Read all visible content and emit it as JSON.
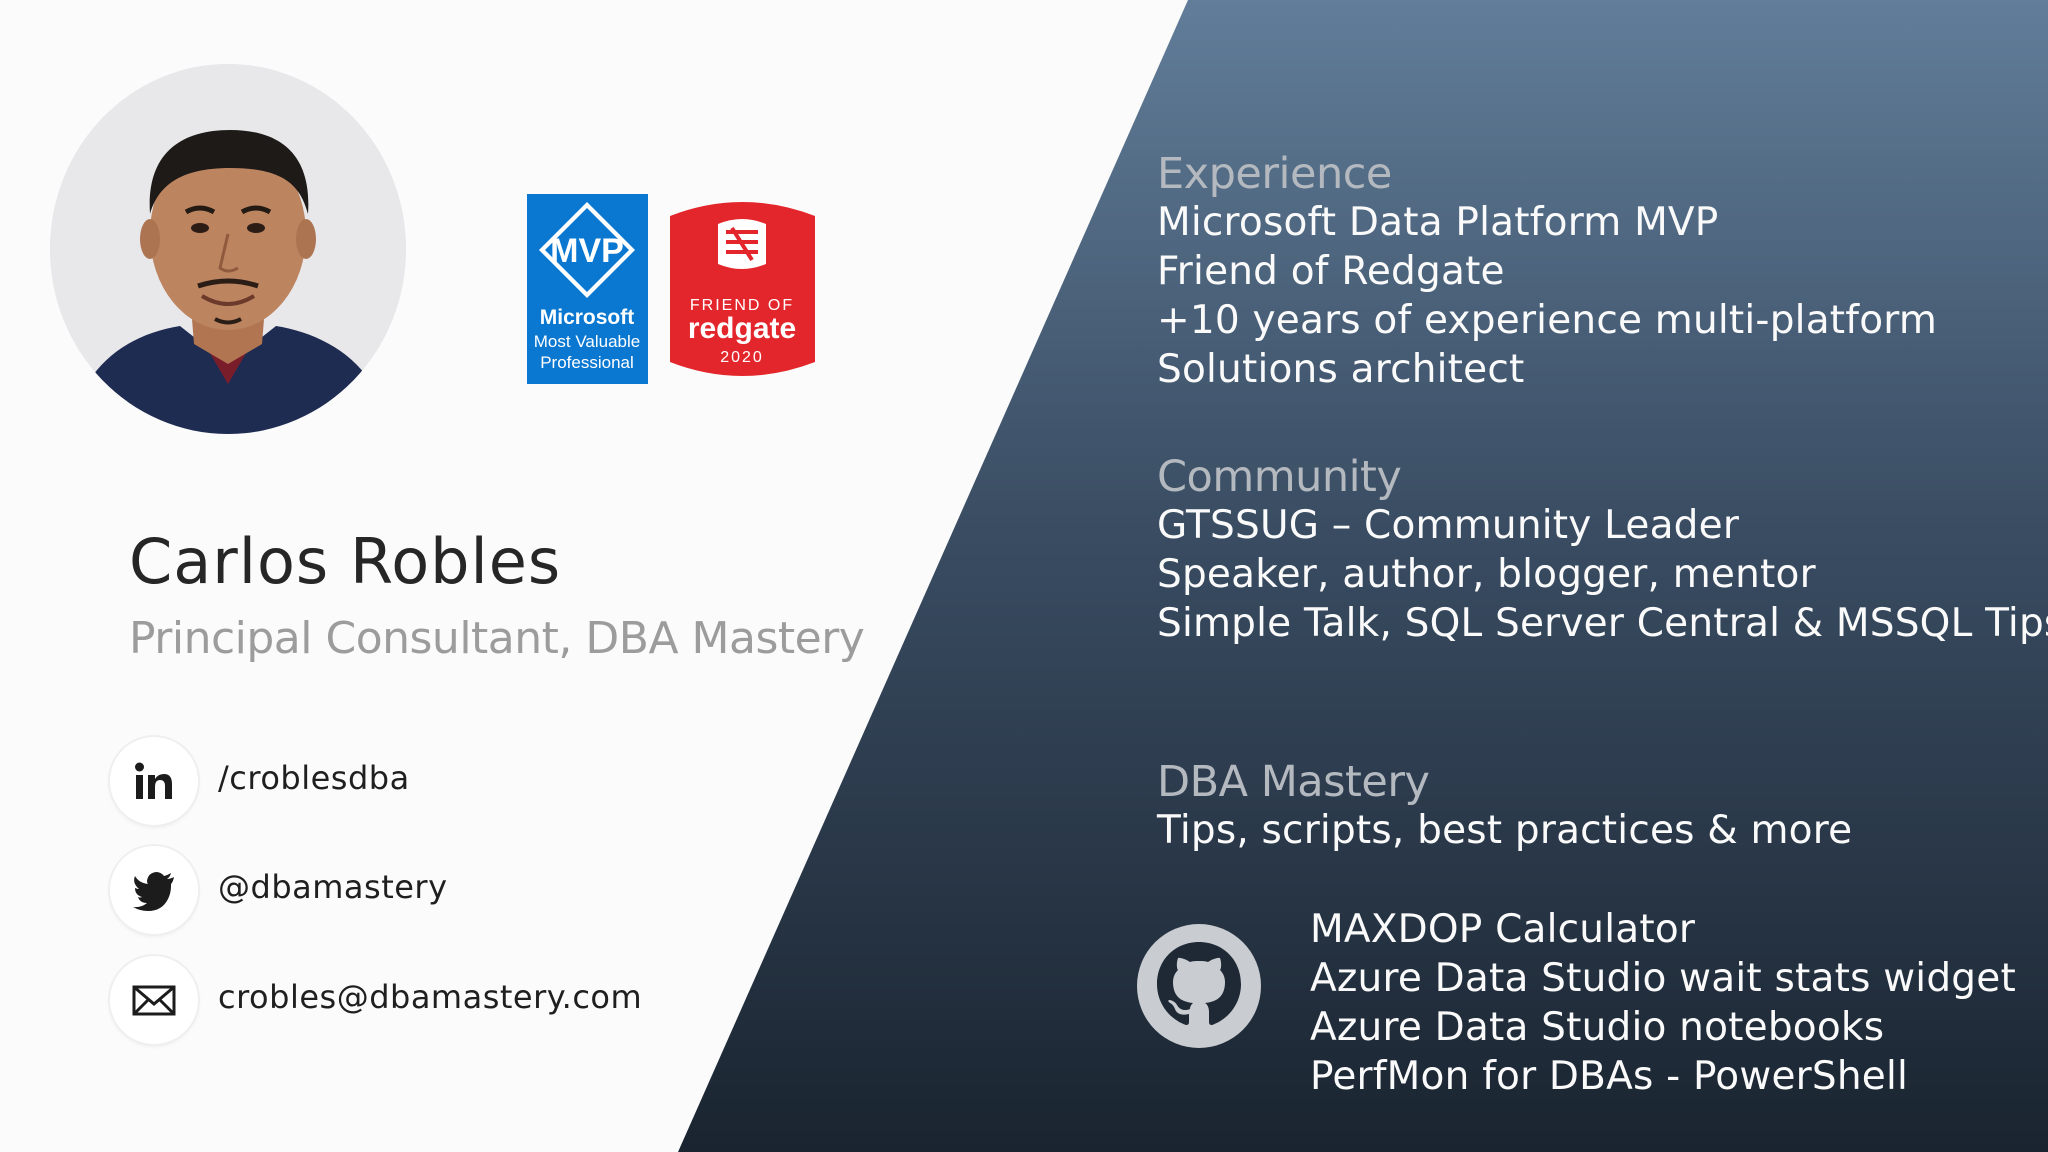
{
  "profile": {
    "name": "Carlos Robles",
    "title": "Principal Consultant, DBA Mastery"
  },
  "badges": {
    "mvp": {
      "logo_text": "MVP",
      "line1": "Microsoft",
      "line2": "Most Valuable",
      "line3": "Professional",
      "color": "#0078d4"
    },
    "redgate": {
      "line1": "FRIEND OF",
      "brand": "redgate",
      "year": "2020",
      "color": "#e61e25"
    }
  },
  "social": [
    {
      "icon": "linkedin-icon",
      "label": "/croblesdba"
    },
    {
      "icon": "twitter-icon",
      "label": "@dbamastery"
    },
    {
      "icon": "mail-icon",
      "label": "crobles@dbamastery.com"
    }
  ],
  "sections": [
    {
      "heading": "Experience",
      "lines": [
        "Microsoft Data Platform MVP",
        "Friend of Redgate",
        "+10 years of experience multi-platform",
        "Solutions architect"
      ]
    },
    {
      "heading": "Community",
      "lines": [
        "GTSSUG – Community Leader",
        "Speaker, author, blogger, mentor",
        "Simple Talk, SQL Server Central & MSSQL Tips"
      ]
    },
    {
      "heading": "DBA Mastery",
      "lines": [
        "Tips, scripts, best practices & more"
      ]
    }
  ],
  "github": {
    "icon": "github-icon",
    "lines": [
      "MAXDOP Calculator",
      "Azure Data Studio wait stats widget",
      "Azure Data Studio notebooks",
      "PerfMon for DBAs - PowerShell"
    ]
  },
  "colors": {
    "panel_top": "#5e7a95",
    "panel_bottom": "#1b2532",
    "left_background": "#fbfbfb"
  }
}
